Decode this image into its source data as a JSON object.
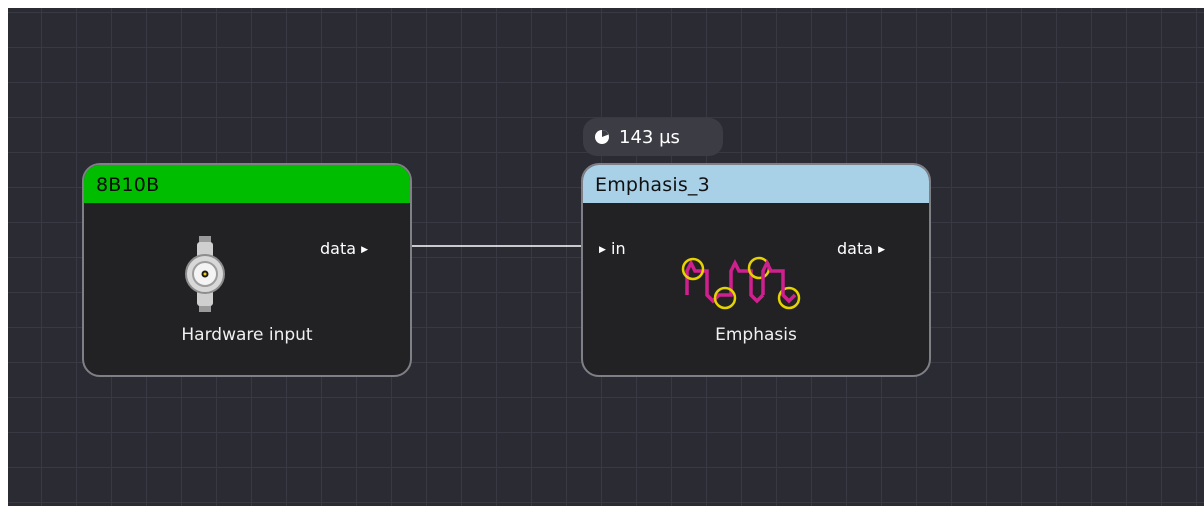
{
  "timing": {
    "value": "143 µs",
    "icon": "clock-icon"
  },
  "nodes": [
    {
      "title": "8B10B",
      "header_color": "#00bd00",
      "output_port": "data",
      "caption": "Hardware input",
      "icon": "bnc-connector-icon"
    },
    {
      "title": "Emphasis_3",
      "header_color": "#a8d0e6",
      "input_port": "in",
      "output_port": "data",
      "caption": "Emphasis",
      "icon": "emphasis-waveform-icon"
    }
  ],
  "colors": {
    "canvas_background": "#2b2c33",
    "grid_line": "#383942",
    "node_body": "#222225",
    "node_border": "#7f7f86",
    "connection": "#ffffff",
    "waveform": "#d0208f",
    "waveform_markers": "#e6d200"
  }
}
